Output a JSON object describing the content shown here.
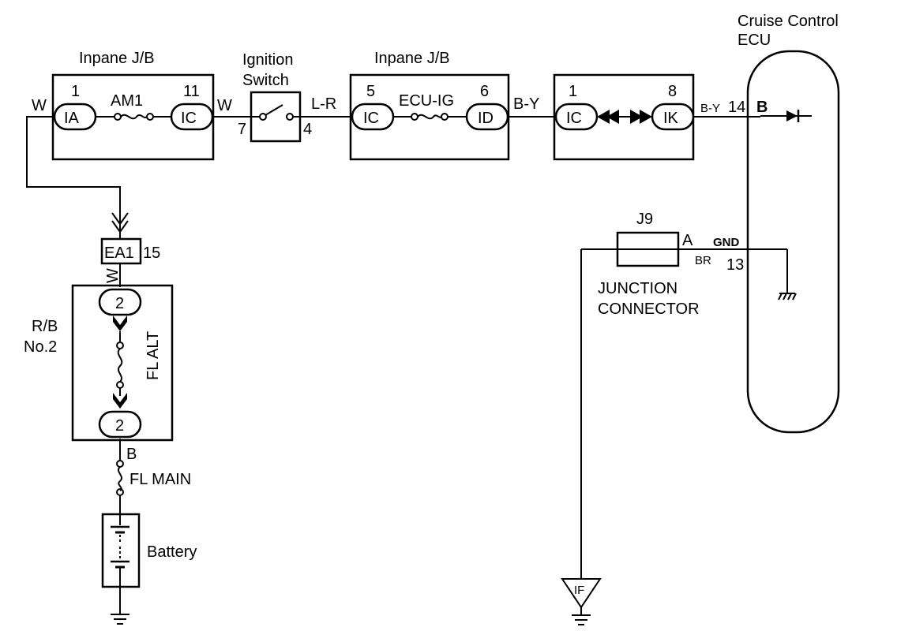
{
  "diagram": {
    "ecu": {
      "title_line1": "Cruise Control",
      "title_line2": "ECU",
      "pin_b_label": "B",
      "pin_b_num": "14",
      "gnd_label": "GND",
      "gnd_num": "13"
    },
    "jb1": {
      "title": "Inpane J/B",
      "left_pin_num": "1",
      "left_pin_code": "IA",
      "fuse_label": "AM1",
      "right_pin_num": "11",
      "right_pin_code": "IC"
    },
    "ignition": {
      "title_line1": "Ignition",
      "title_line2": "Switch",
      "pin_in": "7",
      "pin_out": "4"
    },
    "jb2": {
      "title": "Inpane J/B",
      "left_pin_num": "5",
      "left_pin_code": "IC",
      "fuse_label": "ECU-IG",
      "right_pin_num": "6",
      "right_pin_code": "ID"
    },
    "jb3": {
      "left_pin_num": "1",
      "left_pin_code": "IC",
      "right_pin_num": "8",
      "right_pin_code": "IK"
    },
    "wires": {
      "w1": "W",
      "w2": "W",
      "lr": "L-R",
      "by1": "B-Y",
      "by2": "B-Y",
      "w_vertical": "W",
      "b_vertical": "B",
      "br": "BR"
    },
    "ea1": {
      "code": "EA1",
      "num": "15"
    },
    "rb": {
      "title_line1": "R/B",
      "title_line2": "No.2",
      "top_pin": "2",
      "bottom_pin": "2",
      "fuse_label": "FL ALT"
    },
    "fl_main": "FL MAIN",
    "battery": "Battery",
    "junction": {
      "code": "J9",
      "pin": "A",
      "line1": "JUNCTION",
      "line2": "CONNECTOR"
    },
    "ground_if": "IF"
  }
}
